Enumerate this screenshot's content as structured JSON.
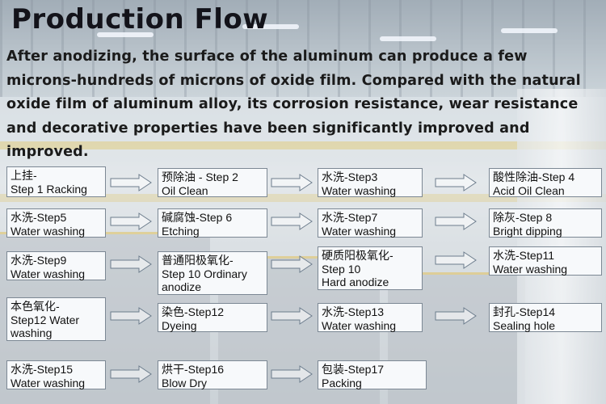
{
  "title": "Production Flow",
  "intro": "After anodizing, the surface of the aluminum can produce a few microns-hundreds of microns of oxide film. Compared with the natural oxide film of aluminum alloy, its corrosion resistance, wear resistance and decorative properties have been significantly improved and improved.",
  "steps": [
    {
      "line1": "上挂-",
      "line2": "Step 1 Racking"
    },
    {
      "line1": "预除油 - Step 2",
      "line2": "Oil Clean"
    },
    {
      "line1": "水洗-Step3",
      "line2": "Water washing"
    },
    {
      "line1": "酸性除油-Step 4",
      "line2": "Acid Oil Clean"
    },
    {
      "line1": "水洗-Step5",
      "line2": "Water washing"
    },
    {
      "line1": " 碱腐蚀-Step 6",
      "line2": "Etching"
    },
    {
      "line1": "水洗-Step7",
      "line2": "Water washing"
    },
    {
      "line1": " 除灰-Step 8",
      "line2": "Bright dipping"
    },
    {
      "line1": "水洗-Step9",
      "line2": "Water washing"
    },
    {
      "line1": "普通阳极氧化-",
      "line2": "Step 10 Ordinary",
      "line3": "anodize"
    },
    {
      "line1": "硬质阳极氧化-",
      "line2": "Step 10",
      "line3": "Hard anodize"
    },
    {
      "line1": "水洗-Step11",
      "line2": "Water washing"
    },
    {
      "line1": "本色氧化-",
      "line2": "Step12  Water",
      "line3": "washing"
    },
    {
      "line1": "染色-Step12",
      "line2": "Dyeing"
    },
    {
      "line1": "水洗-Step13",
      "line2": "Water washing"
    },
    {
      "line1": "封孔-Step14",
      "line2": "Sealing hole"
    },
    {
      "line1": "水洗-Step15",
      "line2": "Water washing"
    },
    {
      "line1": "烘干-Step16",
      "line2": "Blow Dry"
    },
    {
      "line1": "包装-Step17",
      "line2": "Packing"
    }
  ]
}
